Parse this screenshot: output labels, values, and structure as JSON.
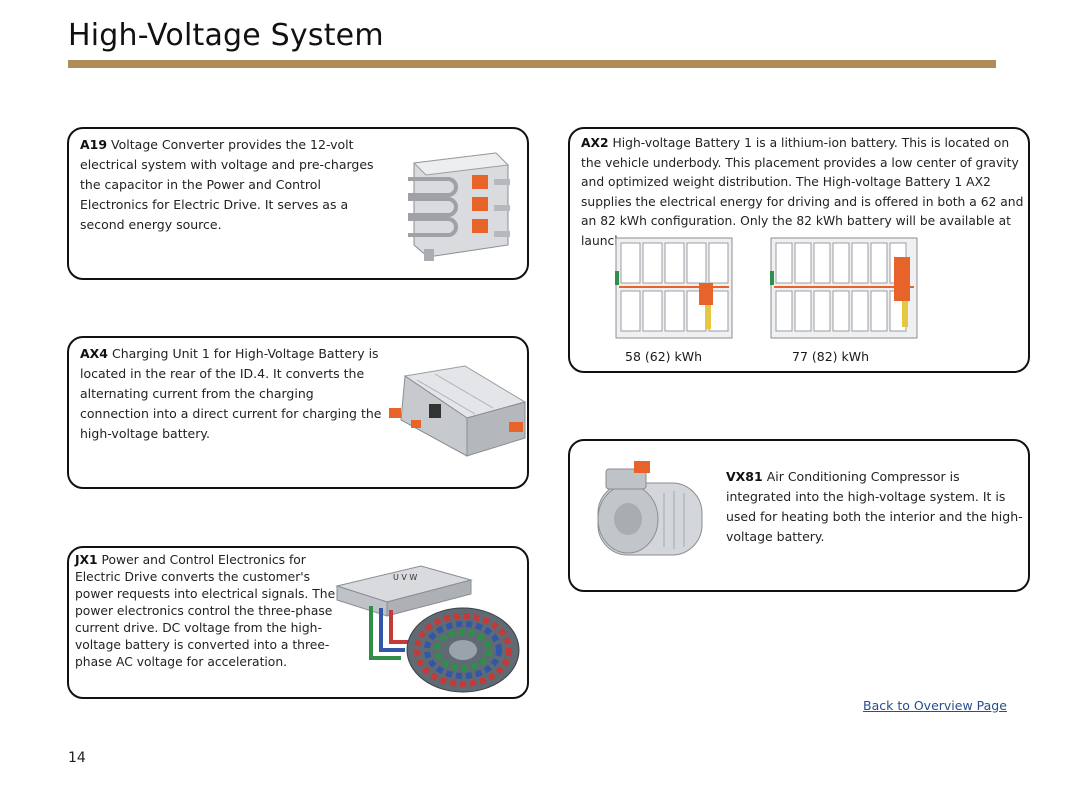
{
  "page": {
    "title": "High-Voltage System",
    "page_number": "14",
    "back_link": "Back to Overview Page",
    "accent_color": "#b08d57"
  },
  "cards": {
    "a19": {
      "code": "A19",
      "text": " Voltage Converter provides the 12-volt electrical system with voltage and pre-charges the capacitor in the Power and Control Electronics for Electric Drive.  It serves as a second energy source."
    },
    "ax4": {
      "code": "AX4",
      "text": " Charging Unit 1 for High-Voltage Battery is located in the rear of the ID.4.  It converts the alternating current from the charging connection into a direct current for charging the high-voltage battery."
    },
    "jx1": {
      "code": "JX1",
      "text": " Power and Control Electronics for Electric Drive converts the customer's power requests into electrical signals.  The power electronics control the three-phase current drive.  DC voltage from the high-voltage battery is converted into a three-phase AC voltage for acceleration.",
      "motor_label": "U V W"
    },
    "ax2": {
      "code": "AX2",
      "text": " High-voltage Battery 1 is a lithium-ion battery.  This is located on the vehicle underbody.  This placement provides a low center of gravity and optimized weight distribution.  The High-voltage Battery 1 AX2 supplies the electrical energy for driving and is offered in both a 62 and an 82 kWh configuration.  Only the 82 kWh battery will be available at launch.",
      "battery_small_label": "58 (62) kWh",
      "battery_large_label": "77 (82) kWh"
    },
    "vx81": {
      "code": "VX81",
      "text": " Air Conditioning Compressor is integrated into the high-voltage system.  It is used for heating both the interior and the high-voltage battery."
    }
  }
}
